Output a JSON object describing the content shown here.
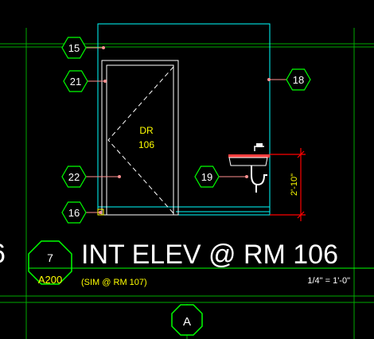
{
  "drawing": {
    "title": "INT ELEV @ RM 106",
    "subtitle": "(SIM @ RM 107)",
    "scale": "1/4\" = 1'-0\"",
    "left_edge_fragment": "6",
    "detail_number": "7",
    "sheet_number": "A200",
    "grid_bubble": "A"
  },
  "door": {
    "label_line1": "DR",
    "label_line2": "106"
  },
  "dimension": {
    "sink_height": "2'-10\""
  },
  "keynotes": [
    {
      "id": "15"
    },
    {
      "id": "21"
    },
    {
      "id": "18"
    },
    {
      "id": "22"
    },
    {
      "id": "19"
    },
    {
      "id": "16"
    }
  ],
  "colors": {
    "background": "#000000",
    "wall_outline": "#00ffff",
    "grid_lines": "#00aa00",
    "keynote_hex": "#00ff00",
    "annotation_text": "#ffff00",
    "dimension": "#ff0000",
    "leader": "#ff8080",
    "door_swing": "#ffffff"
  }
}
